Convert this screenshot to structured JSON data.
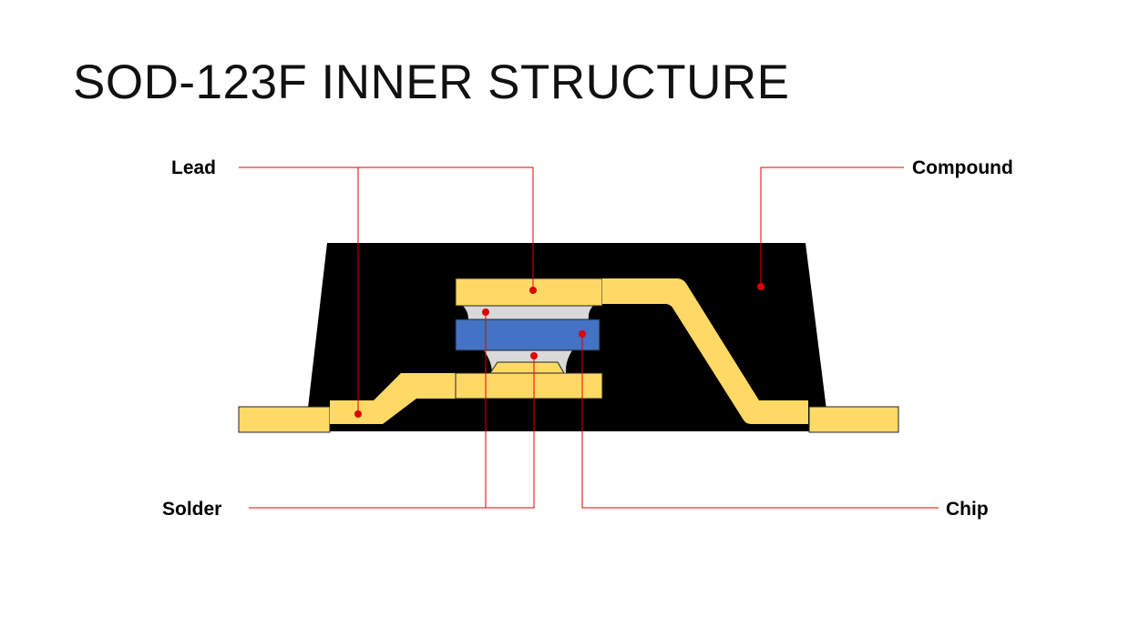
{
  "title": "SOD-123F INNER STRUCTURE",
  "labels": {
    "lead": "Lead",
    "compound": "Compound",
    "solder": "Solder",
    "chip": "Chip"
  },
  "colors": {
    "compound": "#000000",
    "lead": "#FFD966",
    "chip": "#4472C4",
    "solder": "#D9D9D9",
    "callout": "#E00000"
  }
}
